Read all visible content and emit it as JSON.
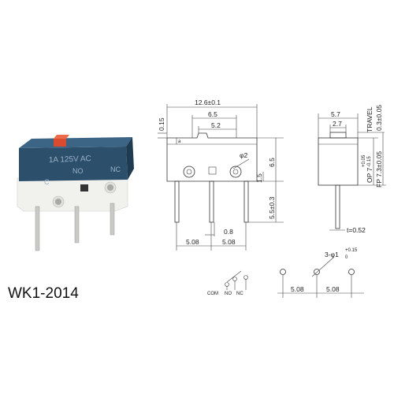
{
  "product": {
    "model": "WK1-2014",
    "body_marking": [
      "1A 125V AC",
      "NO",
      "NC",
      "C"
    ]
  },
  "colors": {
    "housing": "#2c4f6c",
    "base": "#f1f1ee",
    "actuator": "#d94a2e",
    "terminals": "#c9c9c6",
    "drawing_lines": "#333333"
  },
  "front_view": {
    "overall_width": "12.6±0.1",
    "top_offset": "0.15",
    "dim_6_5": "6.5",
    "dim_5_2": "5.2",
    "hole_diameter": "φ2",
    "height": "6.5",
    "dim_1_5": "1.5",
    "pin_length": "5.5±0.3",
    "pin_offset": "0.8",
    "pitch_left": "5.08",
    "pitch_right": "5.08"
  },
  "side_view": {
    "width": "5.7",
    "actuator_width": "2.7",
    "travel_label": "TRAVEL",
    "travel_value": "0.3±0.05",
    "op_label": "OP 7",
    "op_tol_upper": "+0.05",
    "op_tol_lower": "-0.15",
    "fp_label": "FP 7.3±0.05",
    "thickness": "t=0.52"
  },
  "schematic": {
    "terminals": [
      "COM",
      "NO",
      "NC"
    ]
  },
  "pcb_layout": {
    "hole_spec_prefix": "3-φ1",
    "hole_tol_upper": "+0.15",
    "hole_tol_lower": "0",
    "pitch_left": "5.08",
    "pitch_right": "5.08"
  }
}
